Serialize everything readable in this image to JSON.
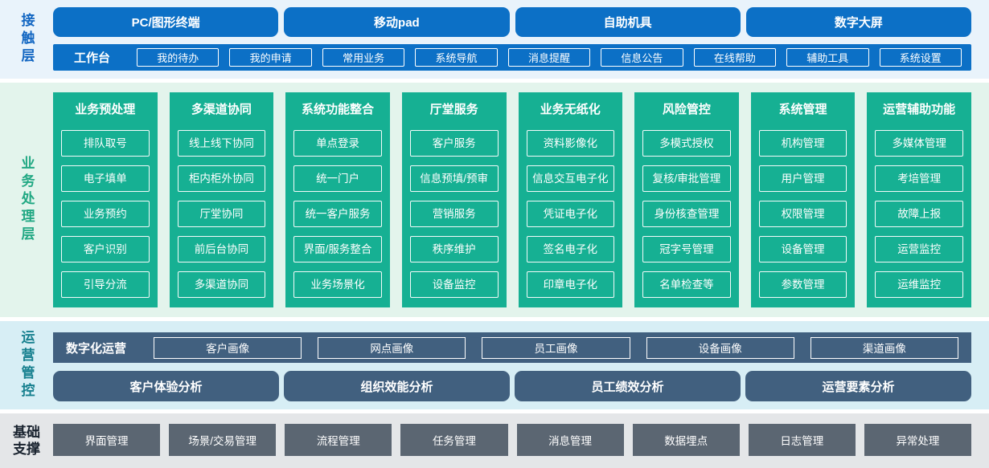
{
  "colors": {
    "blue": "#0c70c6",
    "green": "#16b093",
    "slate_blue": "#41607f",
    "gray": "#5b6672",
    "contact_band_bg": "#e9f3fb",
    "business_band_bg": "#e3f4ec",
    "ops_band_bg": "#d7eef5",
    "foundation_band_bg": "#e4e6e8"
  },
  "contact_layer": {
    "label": "接触层",
    "channels": [
      "PC/图形终端",
      "移动pad",
      "自助机具",
      "数字大屏"
    ],
    "workbench": {
      "label": "工作台",
      "items": [
        "我的待办",
        "我的申请",
        "常用业务",
        "系统导航",
        "消息提醒",
        "信息公告",
        "在线帮助",
        "辅助工具",
        "系统设置"
      ]
    }
  },
  "business_layer": {
    "label": "业务处理层",
    "columns": [
      {
        "title": "业务预处理",
        "items": [
          "排队取号",
          "电子填单",
          "业务预约",
          "客户识别",
          "引导分流"
        ]
      },
      {
        "title": "多渠道协同",
        "items": [
          "线上线下协同",
          "柜内柜外协同",
          "厅堂协同",
          "前后台协同",
          "多渠道协同"
        ]
      },
      {
        "title": "系统功能整合",
        "items": [
          "单点登录",
          "统一门户",
          "统一客户服务",
          "界面/服务整合",
          "业务场景化"
        ]
      },
      {
        "title": "厅堂服务",
        "items": [
          "客户服务",
          "信息预填/预审",
          "营销服务",
          "秩序维护",
          "设备监控"
        ]
      },
      {
        "title": "业务无纸化",
        "items": [
          "资料影像化",
          "信息交互电子化",
          "凭证电子化",
          "签名电子化",
          "印章电子化"
        ]
      },
      {
        "title": "风险管控",
        "items": [
          "多模式授权",
          "复核/审批管理",
          "身份核查管理",
          "冠字号管理",
          "名单检查等"
        ]
      },
      {
        "title": "系统管理",
        "items": [
          "机构管理",
          "用户管理",
          "权限管理",
          "设备管理",
          "参数管理"
        ]
      },
      {
        "title": "运营辅助功能",
        "items": [
          "多媒体管理",
          "考培管理",
          "故障上报",
          "运营监控",
          "运维监控"
        ]
      }
    ]
  },
  "operations_layer": {
    "label": "运营管控",
    "digital_ops": {
      "label": "数字化运营",
      "items": [
        "客户画像",
        "网点画像",
        "员工画像",
        "设备画像",
        "渠道画像"
      ]
    },
    "analysis": [
      "客户体验分析",
      "组织效能分析",
      "员工绩效分析",
      "运营要素分析"
    ]
  },
  "foundation_layer": {
    "label": "基础支撑",
    "items": [
      "界面管理",
      "场景/交易管理",
      "流程管理",
      "任务管理",
      "消息管理",
      "数据埋点",
      "日志管理",
      "异常处理"
    ]
  }
}
